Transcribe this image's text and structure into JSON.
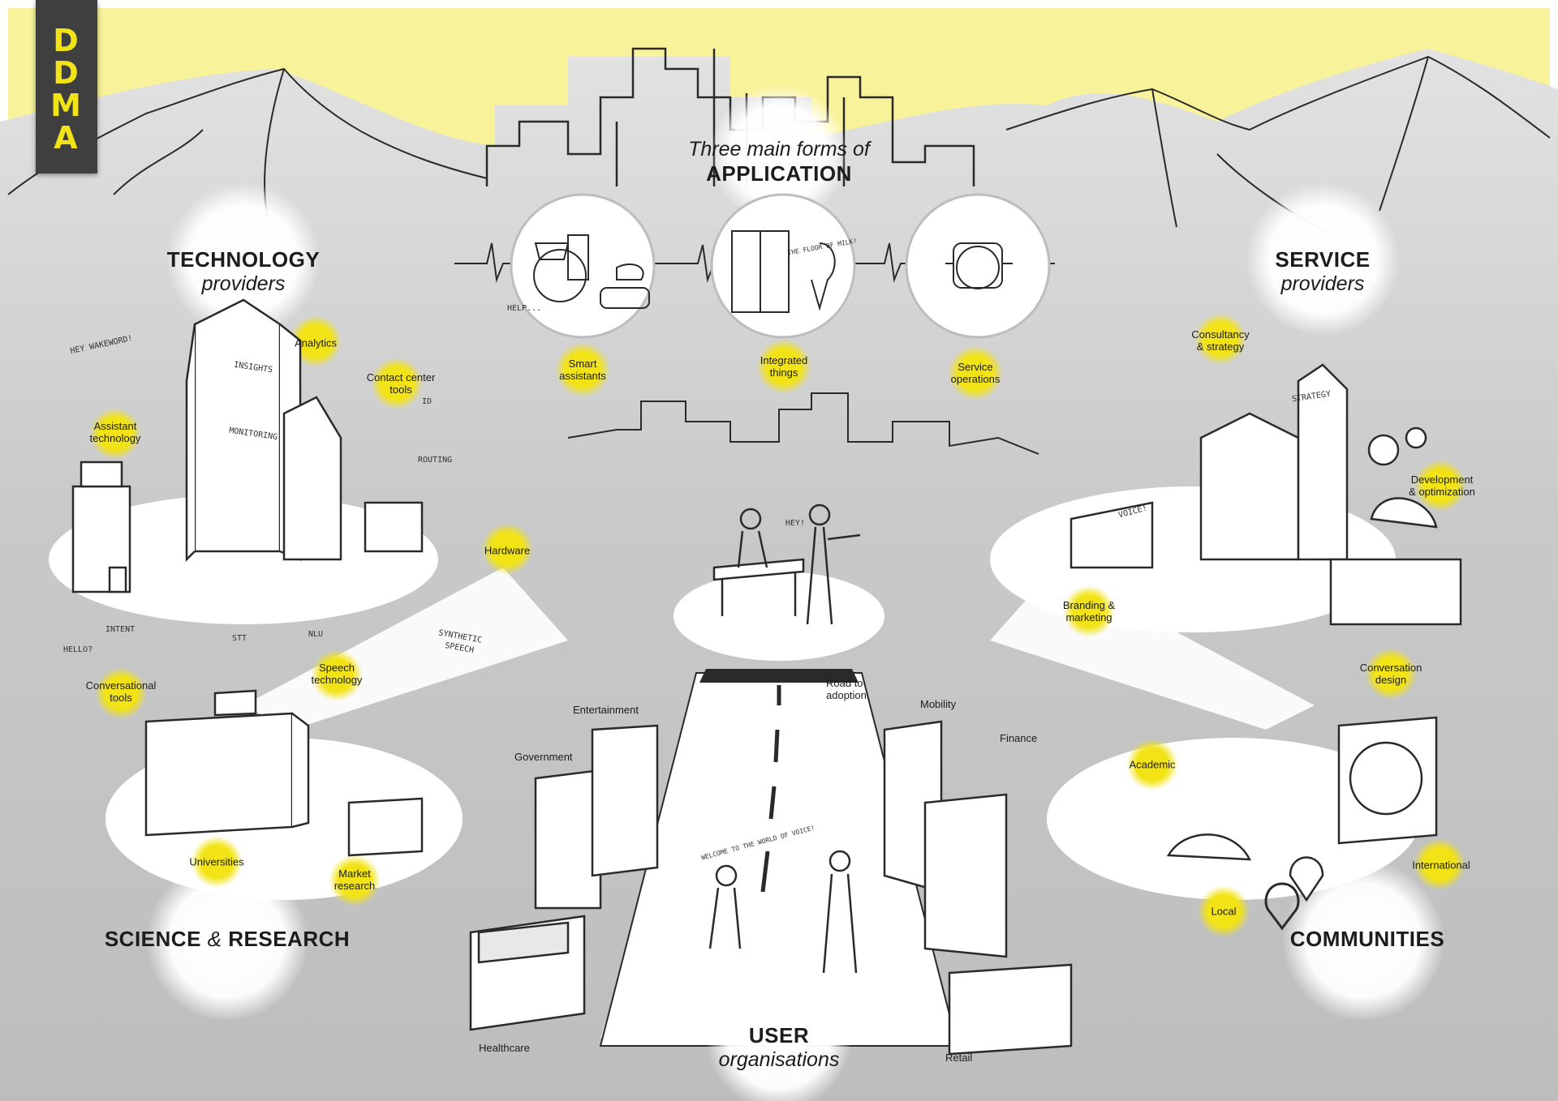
{
  "logo": {
    "letters": [
      "D",
      "D",
      "M",
      "A"
    ]
  },
  "application": {
    "prefix": "Three main forms of",
    "title": "APPLICATION"
  },
  "technology": {
    "title": "TECHNOLOGY",
    "subtitle": "providers"
  },
  "service": {
    "title": "SERVICE",
    "subtitle": "providers"
  },
  "science": {
    "part1": "SCIENCE",
    "amp": "&",
    "part2": "RESEARCH"
  },
  "communities": {
    "title": "COMMUNITIES"
  },
  "users": {
    "title": "USER",
    "subtitle": "organisations"
  },
  "application_forms": [
    {
      "line1": "Smart",
      "line2": "assistants"
    },
    {
      "line1": "Integrated",
      "line2": "things"
    },
    {
      "line1": "Service",
      "line2": "operations"
    }
  ],
  "technology_items": {
    "analytics": "Analytics",
    "contact_center": {
      "line1": "Contact center",
      "line2": "tools"
    },
    "assistant_tech": {
      "line1": "Assistant",
      "line2": "technology"
    },
    "hardware": "Hardware",
    "speech_tech": {
      "line1": "Speech",
      "line2": "technology"
    },
    "conversational": {
      "line1": "Conversational",
      "line2": "tools"
    }
  },
  "service_items": {
    "consultancy": {
      "line1": "Consultancy",
      "line2": "& strategy"
    },
    "development": {
      "line1": "Development",
      "line2": "& optimization"
    },
    "branding": {
      "line1": "Branding &",
      "line2": "marketing"
    },
    "conversation_design": {
      "line1": "Conversation",
      "line2": "design"
    }
  },
  "science_items": {
    "universities": "Universities",
    "market_research": {
      "line1": "Market",
      "line2": "research"
    }
  },
  "community_items": {
    "academic": "Academic",
    "international": "International",
    "local": "Local"
  },
  "sectors": {
    "entertainment": "Entertainment",
    "government": "Government",
    "mobility": "Mobility",
    "finance": "Finance",
    "healthcare": "Healthcare",
    "retail": "Retail",
    "road": {
      "line1": "Road to",
      "line2": "adoption"
    }
  },
  "scribbles": {
    "hey_wakeword": "HEY WAKEWORD!",
    "insights": "INSIGHTS",
    "monitoring": "MONITORING",
    "id": "ID",
    "routing": "ROUTING",
    "intent": "INTENT",
    "hello": "HELLO?",
    "stt": "STT",
    "nlu": "NLU",
    "synthetic": "SYNTHETIC",
    "speech": "SPEECH",
    "help": "HELP...",
    "the_fridge": "THE FLOOR OF MILK!",
    "hey": "HEY!",
    "strategy": "STRATEGY",
    "welcome": "WELCOME TO THE WORLD OF VOICE!",
    "voice": "VOICE!"
  },
  "colors": {
    "sky": "#f8f39b",
    "ground": "#c4c4c4",
    "highlight": "#f2e316",
    "ink": "#1c1c1c",
    "logo_bg": "#3f3f3f"
  }
}
